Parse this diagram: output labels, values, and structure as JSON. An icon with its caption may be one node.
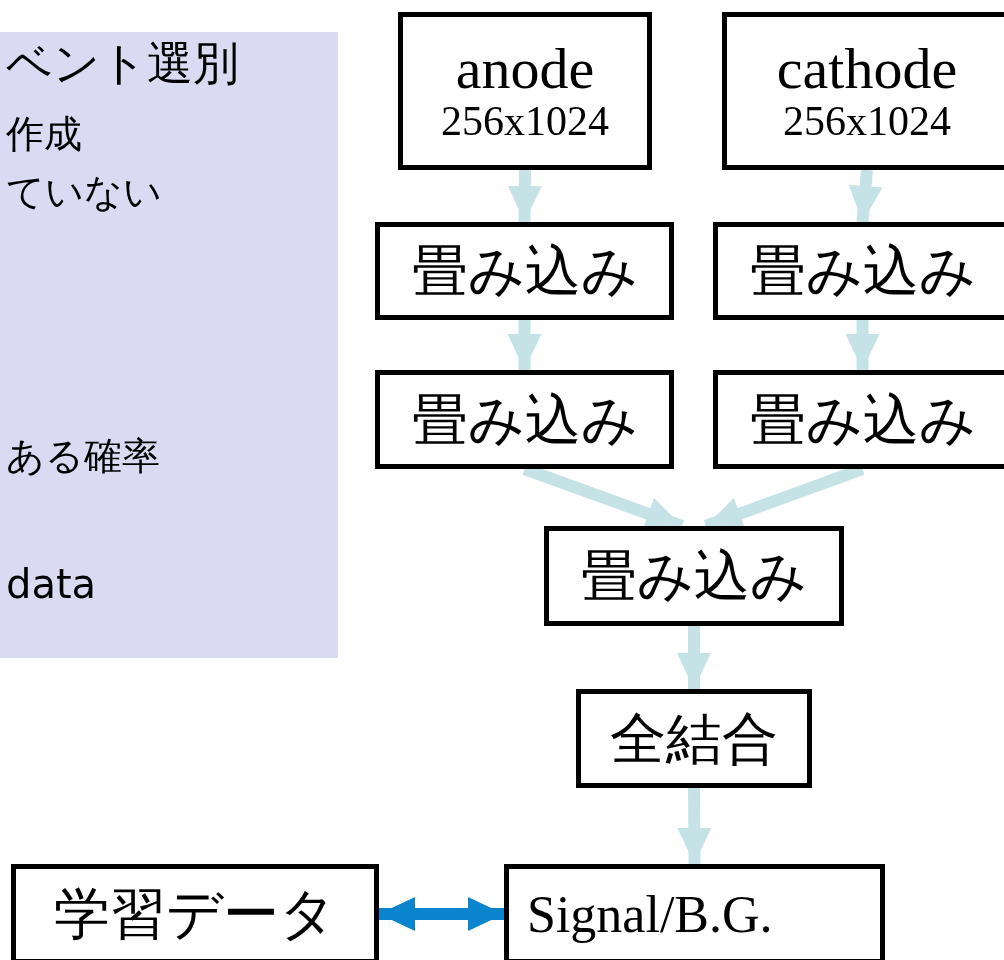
{
  "diagram": {
    "nodes": [
      {
        "text": [
          "ベント選別",
          "作成",
          "ていない",
          "ある確率",
          "data"
        ]
      },
      {
        "text": [
          "anode",
          "256x1024"
        ]
      },
      {
        "text": [
          "cathode",
          "256x1024"
        ]
      },
      {
        "text": [
          "畳み込み"
        ]
      },
      {
        "text": [
          "畳み込み"
        ]
      },
      {
        "text": [
          "畳み込み"
        ]
      },
      {
        "text": [
          "畳み込み"
        ]
      },
      {
        "text": [
          "畳み込み"
        ]
      },
      {
        "text": [
          "全結合"
        ]
      },
      {
        "text": [
          "学習データ"
        ]
      },
      {
        "text": [
          "Signal/B.G."
        ]
      }
    ],
    "edges": [
      {
        "from": 1,
        "to": 3,
        "arrow": "to"
      },
      {
        "from": 2,
        "to": 4,
        "arrow": "to"
      },
      {
        "from": 3,
        "to": 5,
        "arrow": "to"
      },
      {
        "from": 4,
        "to": 6,
        "arrow": "to"
      },
      {
        "from": 5,
        "to": 7,
        "arrow": "to"
      },
      {
        "from": 6,
        "to": 7,
        "arrow": "to"
      },
      {
        "from": 7,
        "to": 8,
        "arrow": "to"
      },
      {
        "from": 8,
        "to": 10,
        "arrow": "to"
      },
      {
        "from": 9,
        "to": 10,
        "arrow": "both",
        "color": "#0a84cc"
      }
    ]
  }
}
